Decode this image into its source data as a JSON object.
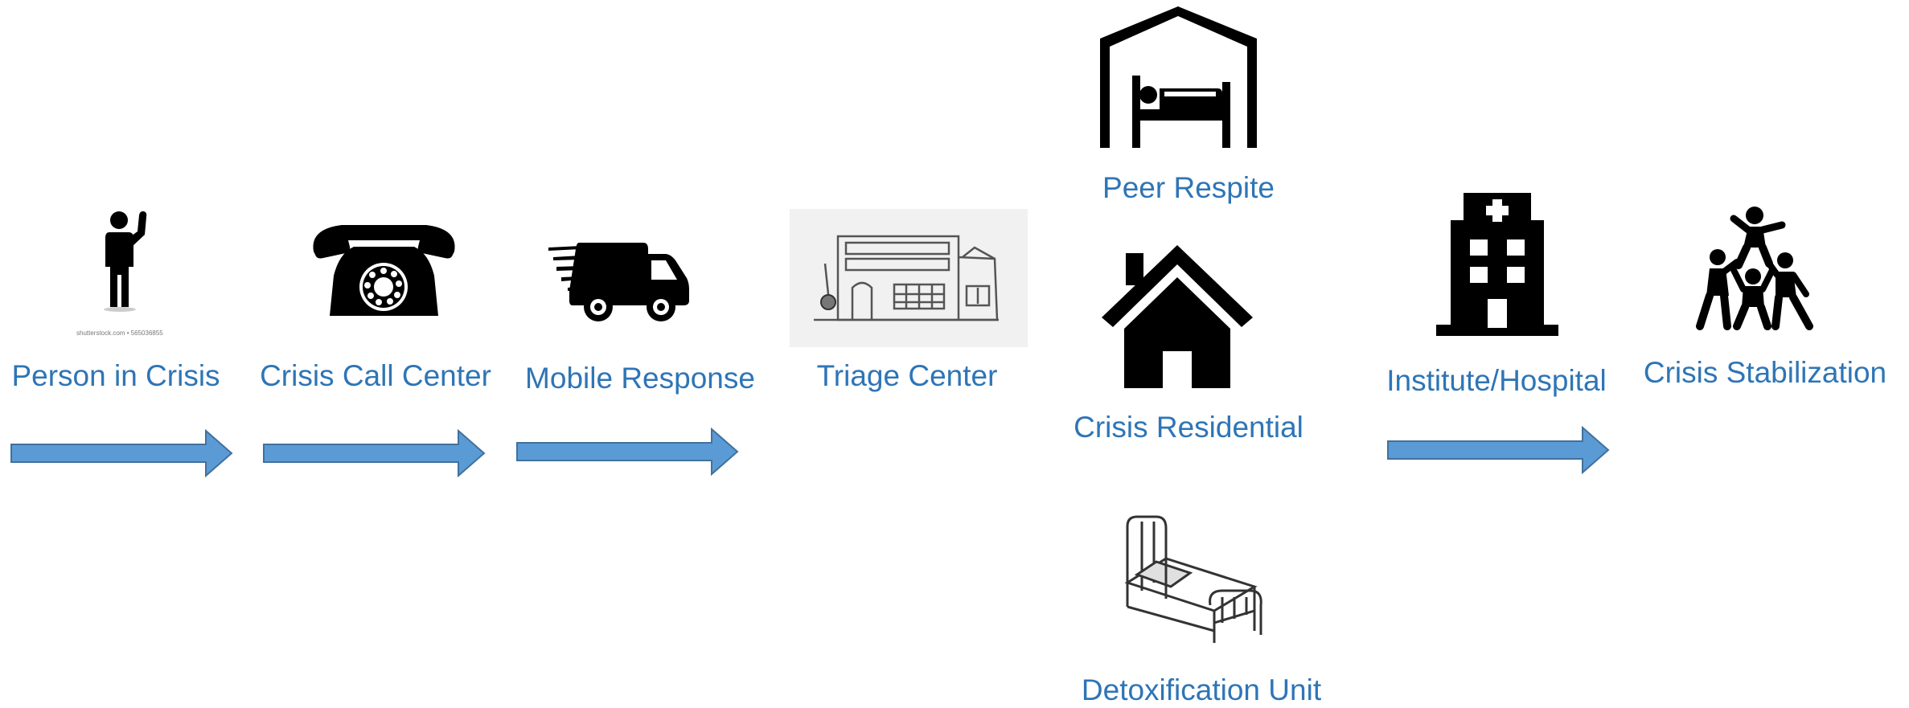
{
  "stages": {
    "person_in_crisis": "Person in Crisis",
    "crisis_call_center": "Crisis Call Center",
    "mobile_response": "Mobile Response",
    "triage_center": "Triage Center",
    "peer_respite": "Peer Respite",
    "crisis_residential": "Crisis Residential",
    "detoxification_unit": "Detoxification Unit",
    "institute_hospital": "Institute/Hospital",
    "crisis_stabilization": "Crisis Stabilization"
  },
  "watermark": "shutterstock.com • 565036855",
  "colors": {
    "label": "#2E75B6",
    "arrow_fill": "#5B9BD5",
    "arrow_stroke": "#41719C",
    "icon": "#000000"
  },
  "icons": {
    "person_in_crisis": "person-waving-icon",
    "crisis_call_center": "rotary-telephone-icon",
    "mobile_response": "speeding-van-icon",
    "triage_center": "building-sketch-icon",
    "peer_respite": "bed-shelter-icon",
    "crisis_residential": "house-icon",
    "detoxification_unit": "hospital-bed-sketch-icon",
    "institute_hospital": "hospital-building-icon",
    "crisis_stabilization": "group-support-icon"
  }
}
